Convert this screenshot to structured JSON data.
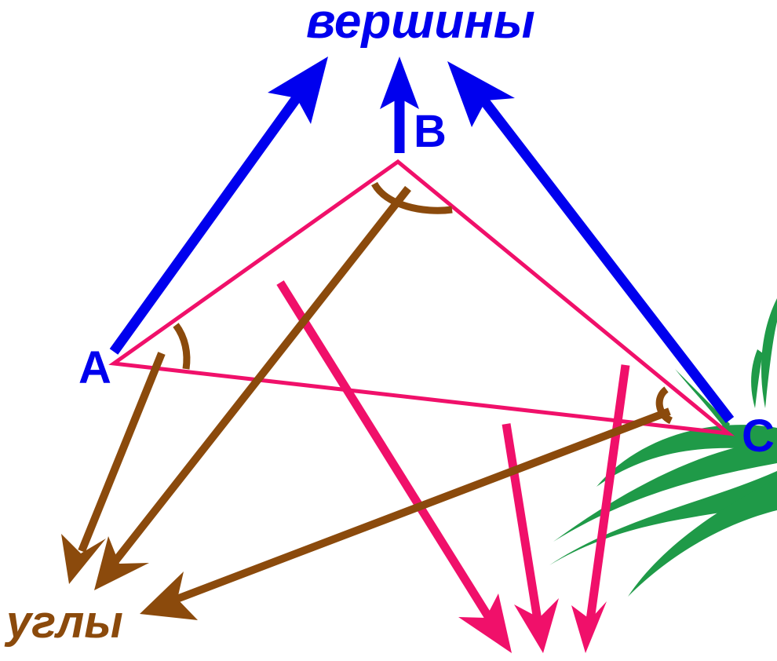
{
  "labels": {
    "vertices": "вершины",
    "angles": "углы",
    "point_a": "А",
    "point_b": "В",
    "point_c": "С"
  },
  "colors": {
    "vertices_arrows": "#0000ee",
    "angle_arcs_and_arrows": "#8b4a0c",
    "triangle_and_side_arrows": "#f0106a",
    "leaf_decoration": "#1f9a48"
  }
}
